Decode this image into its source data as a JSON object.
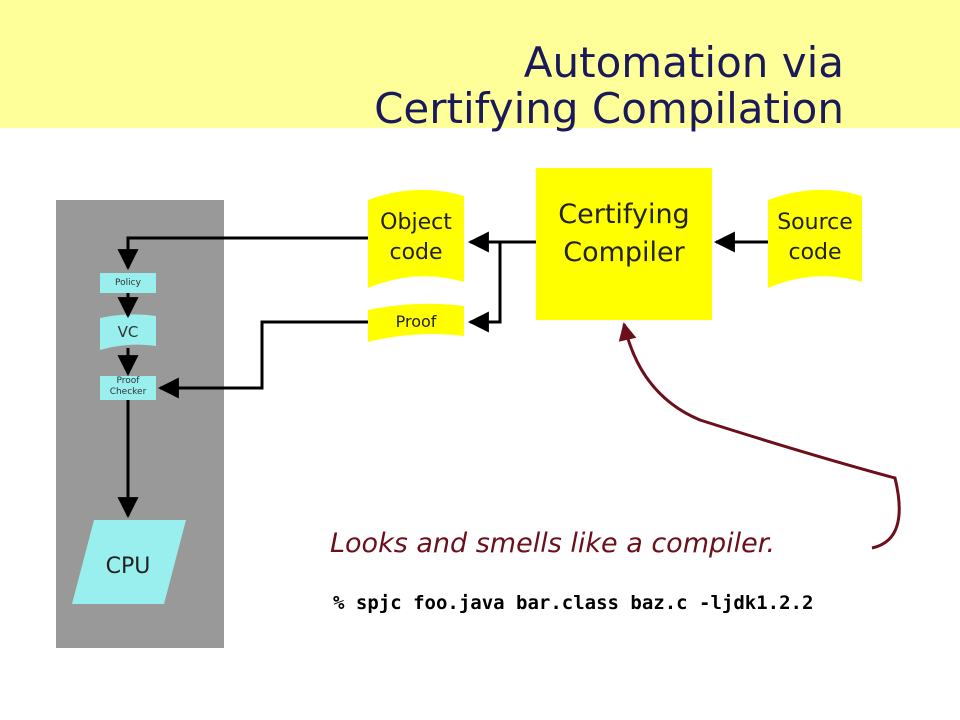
{
  "title": {
    "line1": "Automation via",
    "line2": "Certifying Compilation"
  },
  "nodes": {
    "compiler": {
      "line1": "Certifying",
      "line2": "Compiler"
    },
    "source": {
      "line1": "Source",
      "line2": "code"
    },
    "object": {
      "line1": "Object",
      "line2": "code"
    },
    "proof": "Proof",
    "policy": "Policy",
    "vc": "VC",
    "checker": {
      "line1": "Proof",
      "line2": "Checker"
    },
    "cpu": "CPU"
  },
  "caption": "Looks and smells like a compiler.",
  "command": "% spjc foo.java bar.class baz.c -ljdk1.2.2",
  "colors": {
    "header": "#ffff99",
    "compiler": "#ffff00",
    "document": "#ffff00",
    "host_panel": "#999999",
    "host_shapes": "#99eeee",
    "curve": "#6b0f1a"
  }
}
